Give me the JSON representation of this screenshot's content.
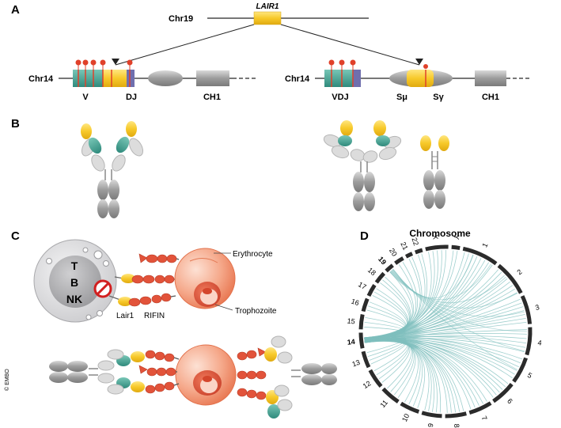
{
  "panels": {
    "a": "A",
    "b": "B",
    "c": "C",
    "d": "D"
  },
  "panel_a": {
    "chr19": "Chr19",
    "gene": "LAIR1",
    "chr14_left": "Chr14",
    "chr14_right": "Chr14",
    "v": "V",
    "dj": "DJ",
    "ch1_left": "CH1",
    "vdj": "VDJ",
    "s_mu": "Sμ",
    "s_gamma": "Sγ",
    "ch1_right": "CH1"
  },
  "panel_c": {
    "cell_t": "T",
    "cell_b": "B",
    "cell_nk": "NK",
    "lair1": "Lair1",
    "rifin": "RIFIN",
    "erythrocyte": "Erythrocyte",
    "trophozoite": "Trophozoite"
  },
  "panel_d": {
    "title": "Chromosome",
    "chromosomes": [
      "1",
      "2",
      "3",
      "4",
      "5",
      "6",
      "7",
      "8",
      "9",
      "10",
      "11",
      "12",
      "13",
      "14",
      "15",
      "16",
      "17",
      "18",
      "19",
      "20",
      "21",
      "22",
      "X",
      "Y"
    ]
  },
  "copyright": "© EMBO",
  "colors": {
    "lair1_yellow": "#f7cf3a",
    "v_region_teal": "#49a696",
    "dj_purple": "#6f6fae",
    "mutation_red": "#e0412a",
    "chromosome_gray": "#9a9a9a",
    "circos_link_teal": "#7fbfbe",
    "erythrocyte_orange": "#f29070",
    "rifin_red": "#e2533a",
    "cell_gray": "#cfcfd1"
  }
}
